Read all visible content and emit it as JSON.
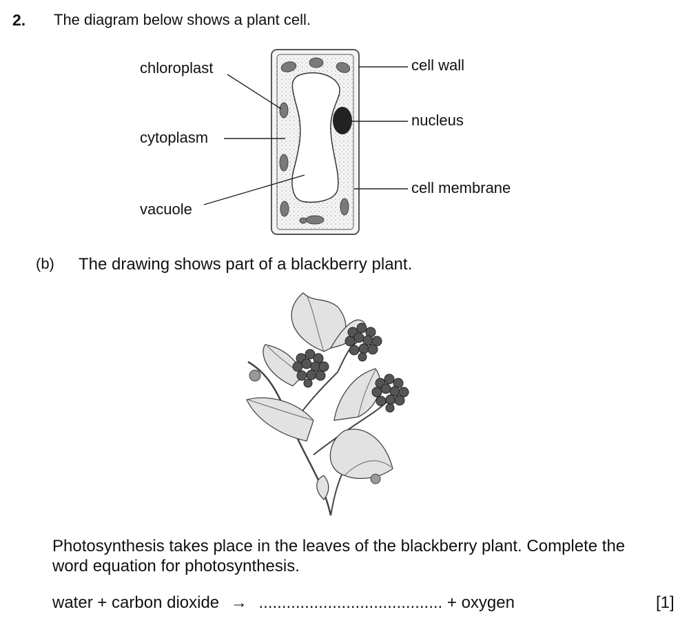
{
  "question": {
    "number": "2.",
    "intro": "The diagram below shows a plant cell."
  },
  "cell_diagram": {
    "labels": {
      "chloroplast": "chloroplast",
      "cytoplasm": "cytoplasm",
      "vacuole": "vacuole",
      "cell_wall": "cell wall",
      "nucleus": "nucleus",
      "cell_membrane": "cell membrane"
    }
  },
  "part_b": {
    "label": "(b)",
    "text": "The drawing shows part of a blackberry plant."
  },
  "photosynthesis": {
    "paragraph": "Photosynthesis takes place in the leaves of the blackberry plant. Complete the word equation for photosynthesis.",
    "equation_left": "water + carbon dioxide",
    "arrow": "→",
    "blank": "........................................",
    "equation_right": "+ oxygen",
    "marks": "[1]"
  }
}
